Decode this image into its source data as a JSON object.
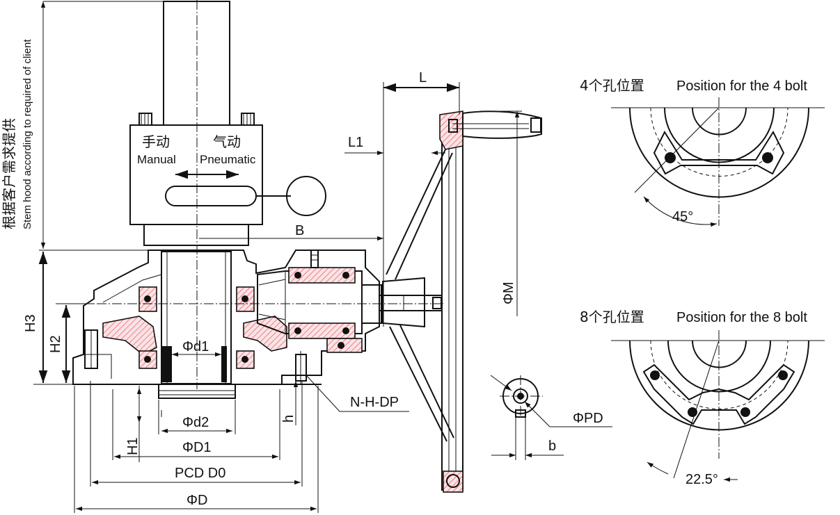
{
  "labels": {
    "stem_hood_cn": "根据客户需求提供",
    "stem_hood_en": "Stem hood according to required of client",
    "manual_cn": "手动",
    "manual_en": "Manual",
    "pneumatic_cn": "气动",
    "pneumatic_en": "Pneumatic"
  },
  "dimensions": {
    "L": "L",
    "L1": "L1",
    "B": "B",
    "PhiM": "ΦM",
    "H3": "H3",
    "H2": "H2",
    "H1": "H1",
    "h": "h",
    "b": "b",
    "Phid1": "Φd1",
    "Phid2": "Φd2",
    "PhiD1": "ΦD1",
    "PCD": "PCD D0",
    "PhiD": "ΦD",
    "PhiPD": "ΦPD",
    "NHDP": "N-H-DP"
  },
  "bolt_views": {
    "four": {
      "title_cn": "4个孔位置",
      "title_en": "Position for the 4 bolt",
      "angle": "45°"
    },
    "eight": {
      "title_cn": "8个孔位置",
      "title_en": "Position for the 8 bolt",
      "angle": "22.5°"
    }
  }
}
